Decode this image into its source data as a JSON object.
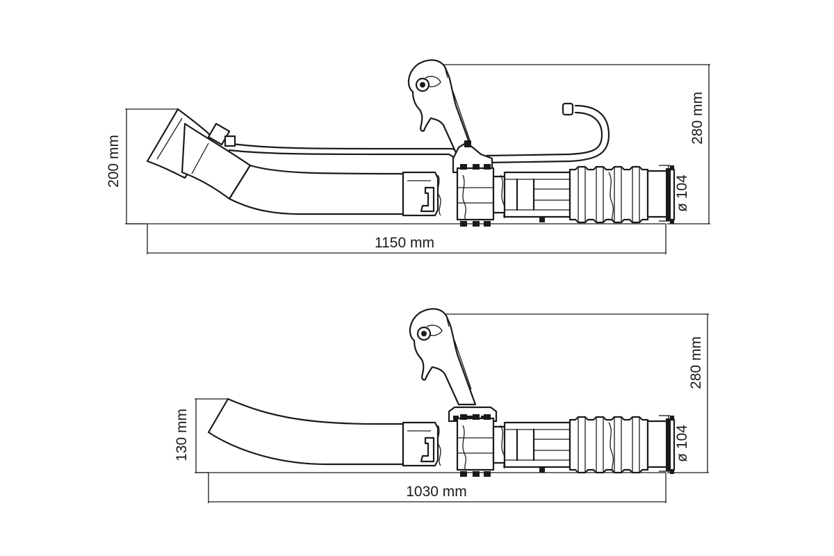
{
  "top_drawing": {
    "height_label": "200 mm",
    "total_height_label": "280 mm",
    "length_label": "1150 mm",
    "diameter_label": "ø 104"
  },
  "bottom_drawing": {
    "height_label": "130 mm",
    "total_height_label": "280 mm",
    "length_label": "1030 mm",
    "diameter_label": "ø 104"
  }
}
